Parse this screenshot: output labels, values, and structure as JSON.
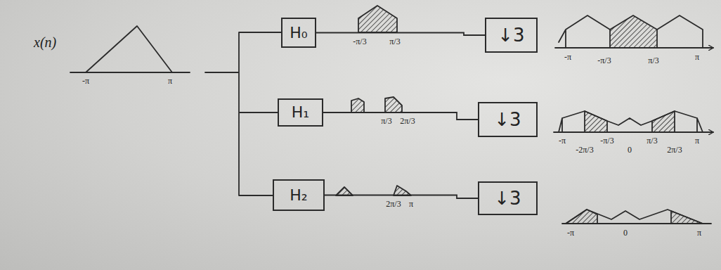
{
  "diagram": {
    "nodes": [
      {
        "text": [
          "H₀"
        ]
      },
      {
        "text": [
          "↓3"
        ]
      },
      {
        "text": [
          "H₁"
        ]
      },
      {
        "text": [
          "↓3"
        ]
      },
      {
        "text": [
          "H₂"
        ]
      },
      {
        "text": [
          "↓3"
        ]
      }
    ],
    "edges": [
      {
        "from": 0,
        "to": 1,
        "arrow": "none"
      },
      {
        "from": 2,
        "to": 3,
        "arrow": "none"
      },
      {
        "from": 4,
        "to": 5,
        "arrow": "none"
      }
    ],
    "labels": [
      "x(n)",
      "-π",
      "π",
      "-π/3",
      "π/3",
      "π/3",
      "2π/3",
      "2π/3",
      "π",
      "-π",
      "-π/3",
      "π/3",
      "π",
      "-π",
      "-2π/3",
      "-π/3",
      "0",
      "π/3",
      "2π/3",
      "π",
      "-π",
      "0",
      "π"
    ]
  }
}
